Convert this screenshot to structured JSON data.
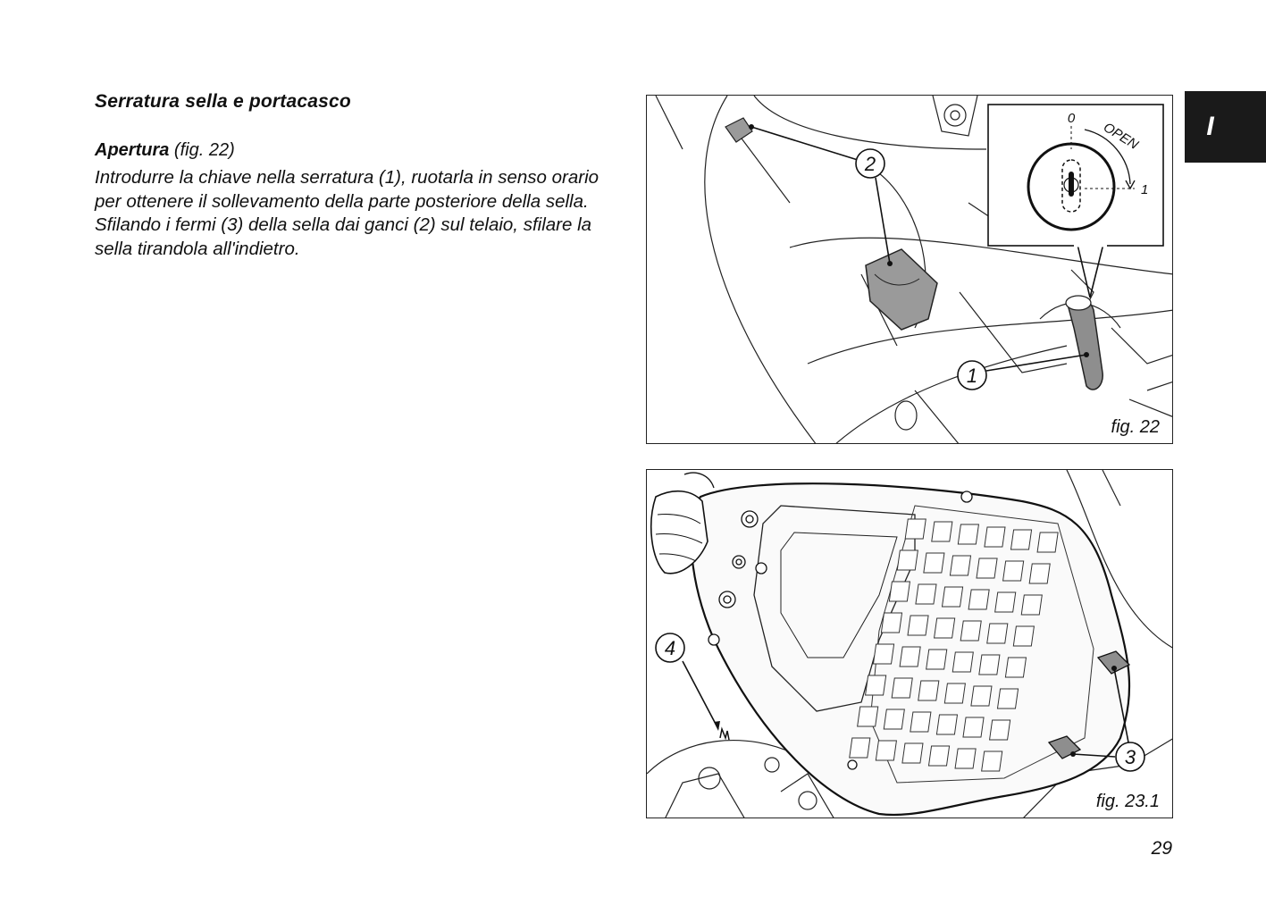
{
  "section": {
    "title": "Serratura sella e portacasco"
  },
  "opening": {
    "heading": "Apertura",
    "fig_ref": "(fig. 22)",
    "paragraph": "Introdurre la chiave nella serratura (1), ruotarla in senso orario per ottenere il sollevamento della parte posteriore della sella. Sfilando i fermi (3) della sella dai ganci (2) sul telaio, sfilare la sella tirandola all'indietro."
  },
  "figures": [
    {
      "caption": "fig. 22",
      "callouts": [
        "1",
        "2"
      ],
      "inset": {
        "pos_0": "0",
        "pos_1": "1",
        "open_label": "OPEN"
      }
    },
    {
      "caption": "fig. 23.1",
      "callouts": [
        "3",
        "4"
      ]
    }
  ],
  "language_tab": "I",
  "page_number": "29"
}
